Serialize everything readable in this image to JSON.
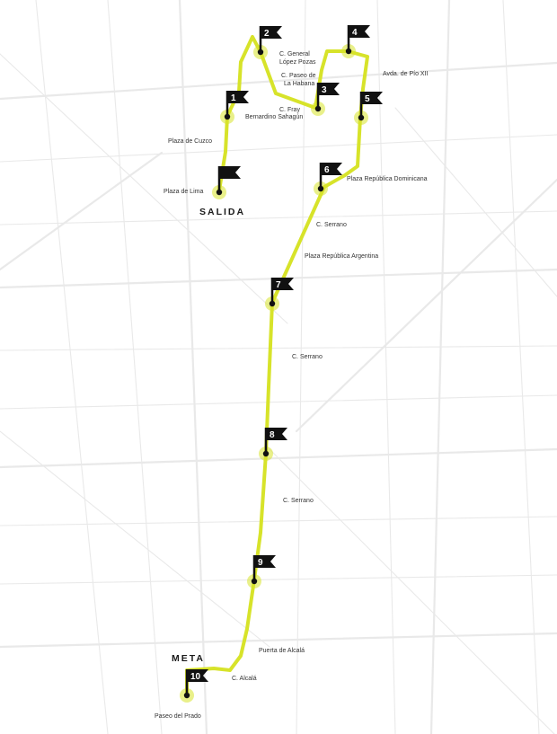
{
  "map": {
    "route_color": "#d7e32a",
    "marker_color": "#111111",
    "street_color": "#e9e9e9",
    "start_label": "SALIDA",
    "finish_label": "META",
    "checkpoints": [
      "1",
      "2",
      "3",
      "4",
      "5",
      "6",
      "7",
      "8",
      "9",
      "10"
    ],
    "streets": [
      {
        "name": "C. General"
      },
      {
        "name": "López Pozas"
      },
      {
        "name": "C. Paseo de"
      },
      {
        "name": "La Habana"
      },
      {
        "name": "Avda. de Pío XII"
      },
      {
        "name": "C. Fray"
      },
      {
        "name": "Bernardino Sahagún"
      },
      {
        "name": "Plaza de Cuzco"
      },
      {
        "name": "Plaza República Dominicana"
      },
      {
        "name": "Plaza de Lima"
      },
      {
        "name": "C. Serrano"
      },
      {
        "name": "Plaza República Argentina"
      },
      {
        "name": "C. Serrano"
      },
      {
        "name": "C. Serrano"
      },
      {
        "name": "Puerta de Alcalá"
      },
      {
        "name": "C. Alcalá"
      },
      {
        "name": "Paseo del Prado"
      }
    ]
  }
}
